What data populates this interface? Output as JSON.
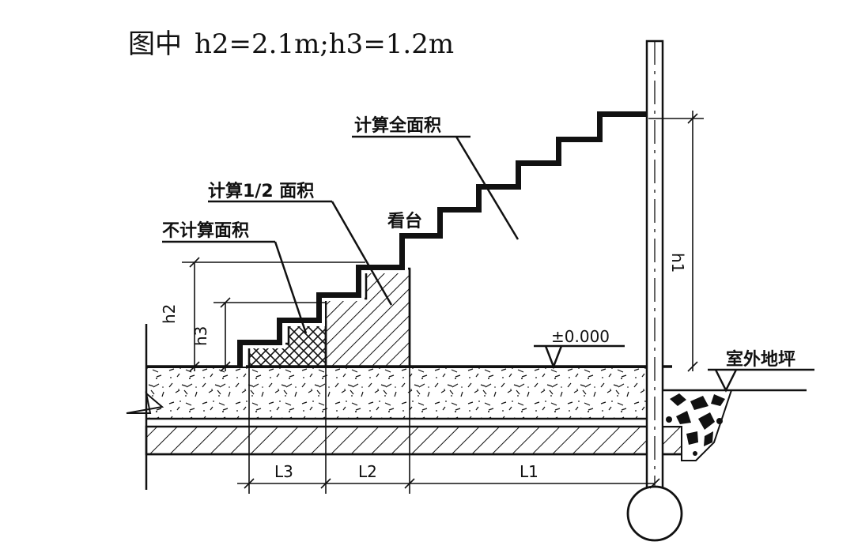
{
  "title": {
    "prefix": "图中",
    "formula": "h2=2.1m;h3=1.2m"
  },
  "labels": {
    "full_area": "计算全面积",
    "half_area": "计算1/2 面积",
    "no_area": "不计算面积",
    "stand": "看台",
    "elevation": "±0.000",
    "outdoor_ground": "室外地坪"
  },
  "dimensions": {
    "l1": "L1",
    "l2": "L2",
    "l3": "L3",
    "h1": "h1",
    "h2": "h2",
    "h3": "h3"
  },
  "colors": {
    "ink": "#111111",
    "background": "#ffffff"
  }
}
